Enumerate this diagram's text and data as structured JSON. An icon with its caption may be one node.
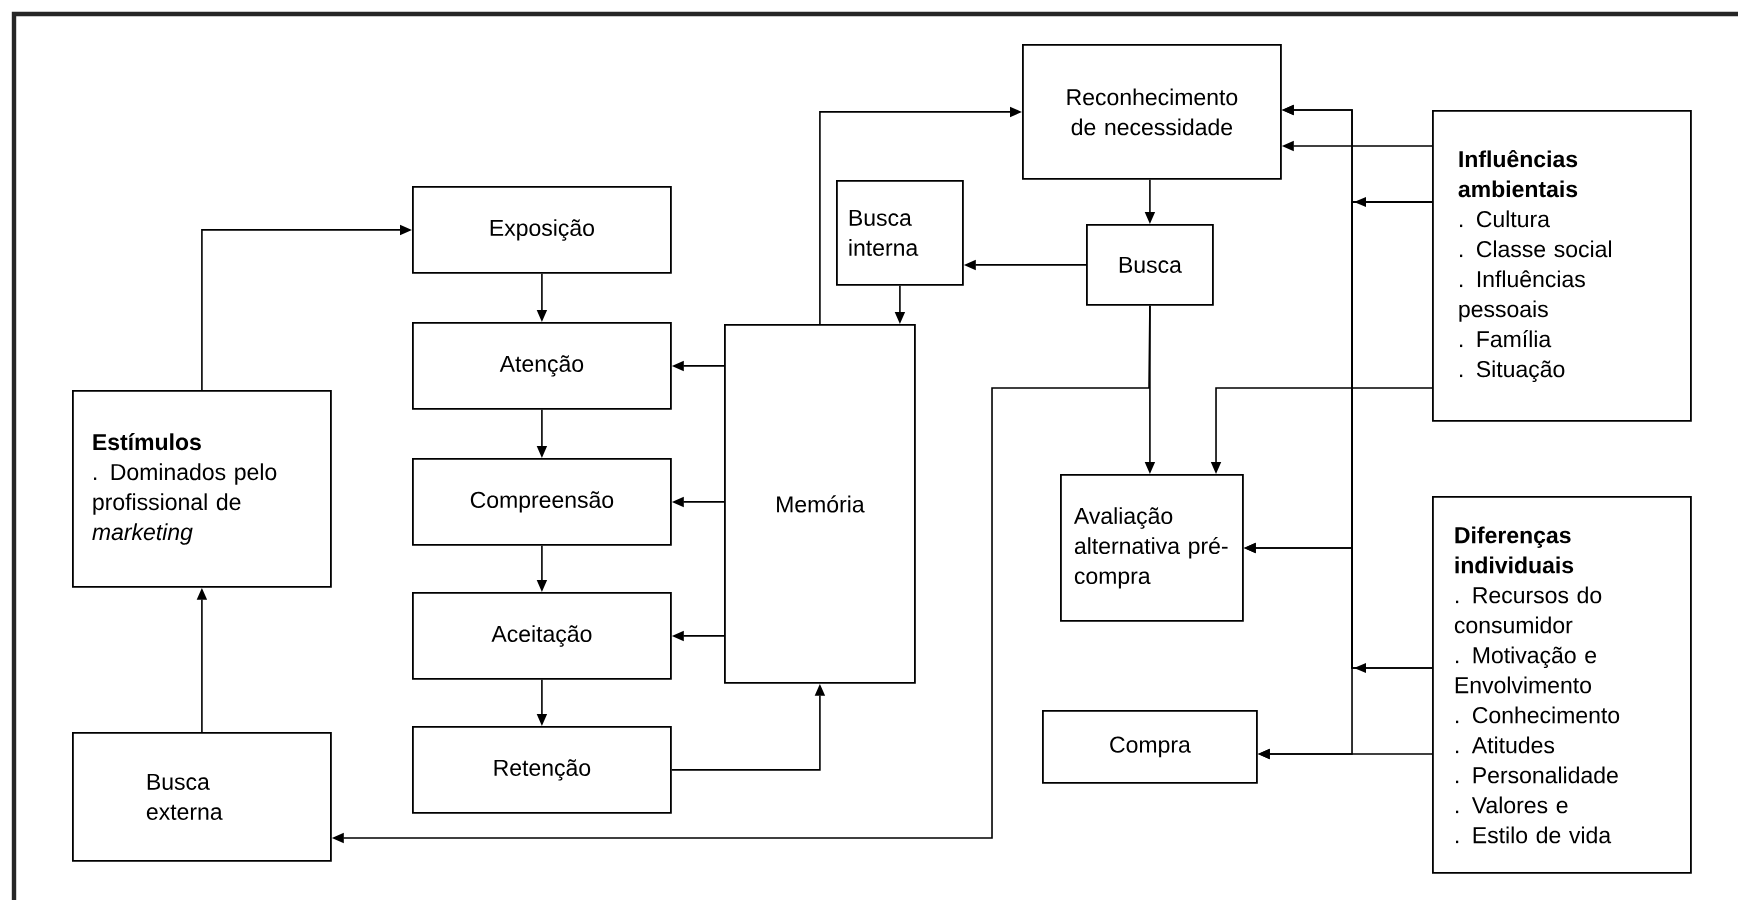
{
  "diagram": {
    "nodes": [
      {
        "text": [
          "Reconhecimento de necessidade"
        ]
      },
      {
        "text": [
          "Busca interna"
        ]
      },
      {
        "text": [
          "Busca"
        ]
      },
      {
        "text": [
          "Exposição"
        ]
      },
      {
        "text": [
          "Atenção"
        ]
      },
      {
        "text": [
          "Compreensão"
        ]
      },
      {
        "text": [
          "Aceitação"
        ]
      },
      {
        "text": [
          "Retenção"
        ]
      },
      {
        "text": [
          "Memória"
        ]
      },
      {
        "text": [
          "Estímulos",
          ". Dominados pelo profissional de *marketing*"
        ]
      },
      {
        "text": [
          "Busca externa"
        ]
      },
      {
        "text": [
          "Avaliação alternativa pré-compra"
        ]
      },
      {
        "text": [
          "Compra"
        ]
      },
      {
        "text": [
          "Influências ambientais",
          ". Cultura",
          ". Classe social",
          ". Influências pessoais",
          ". Família",
          ". Situação"
        ]
      },
      {
        "text": [
          "Diferenças individuais",
          ". Recursos do consumidor",
          ". Motivação e Envolvimento",
          ". Conhecimento",
          ". Atitudes",
          ". Personalidade",
          ". Valores e",
          ". Estilo de vida"
        ]
      }
    ],
    "edges": [
      {
        "from": 9,
        "to": 3,
        "arrow": "to"
      },
      {
        "from": 10,
        "to": 9,
        "arrow": "to"
      },
      {
        "from": 3,
        "to": 4,
        "arrow": "to"
      },
      {
        "from": 4,
        "to": 5,
        "arrow": "to"
      },
      {
        "from": 5,
        "to": 6,
        "arrow": "to"
      },
      {
        "from": 6,
        "to": 7,
        "arrow": "to"
      },
      {
        "from": 8,
        "to": 4,
        "arrow": "to"
      },
      {
        "from": 8,
        "to": 5,
        "arrow": "to"
      },
      {
        "from": 8,
        "to": 6,
        "arrow": "to"
      },
      {
        "from": 7,
        "to": 8,
        "arrow": "to"
      },
      {
        "from": 8,
        "to": 0,
        "arrow": "to"
      },
      {
        "from": 1,
        "to": 8,
        "arrow": "to"
      },
      {
        "from": 0,
        "to": 2,
        "arrow": "to"
      },
      {
        "from": 2,
        "to": 1,
        "arrow": "to"
      },
      {
        "from": 2,
        "to": 11,
        "arrow": "to"
      },
      {
        "from": 2,
        "to": 10,
        "arrow": "to"
      },
      {
        "from": 13,
        "to": 0,
        "arrow": "to"
      },
      {
        "from": 13,
        "to": 11,
        "arrow": "to"
      },
      {
        "from": 13,
        "to": 0,
        "arrow": "to"
      },
      {
        "from": 13,
        "to": 11,
        "arrow": "to"
      },
      {
        "from": 13,
        "to": 12,
        "arrow": "to"
      },
      {
        "from": 14,
        "to": 0,
        "arrow": "to"
      },
      {
        "from": 14,
        "to": 11,
        "arrow": "to"
      },
      {
        "from": 14,
        "to": 12,
        "arrow": "to"
      }
    ]
  }
}
